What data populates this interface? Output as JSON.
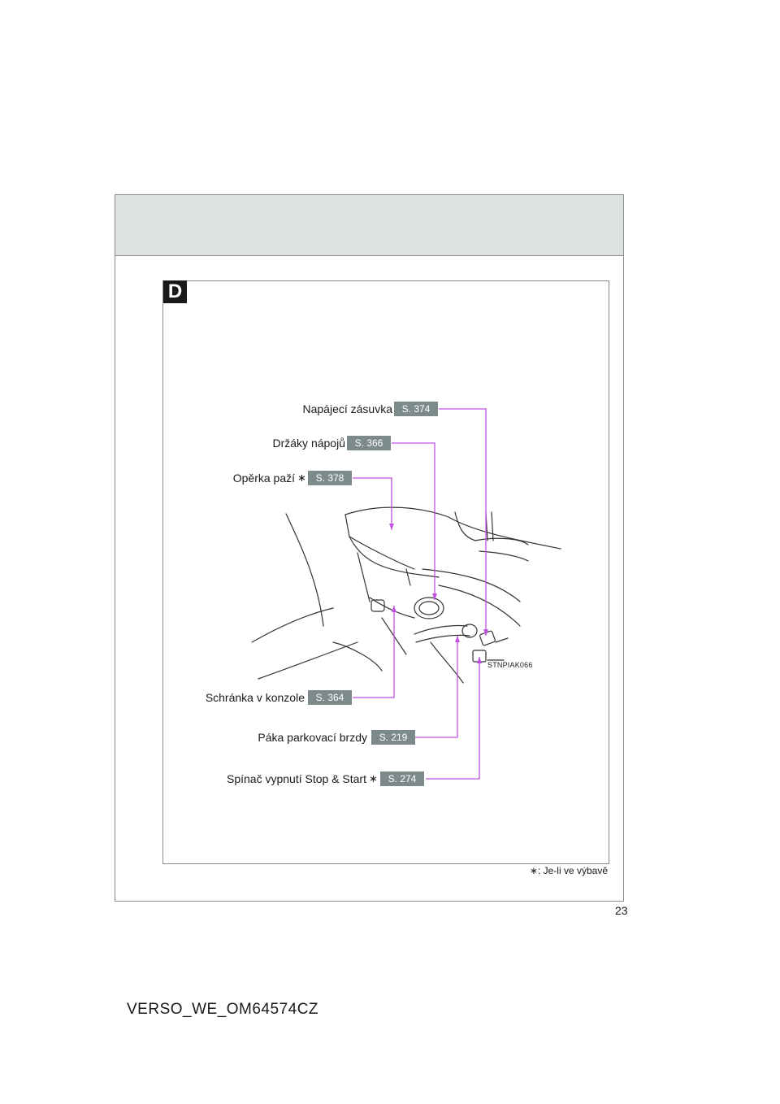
{
  "section_letter": "D",
  "callouts": [
    {
      "label": "Napájecí zásuvka",
      "ref": "S. 374",
      "starred": false
    },
    {
      "label": "Držáky nápojů",
      "ref": "S. 366",
      "starred": false
    },
    {
      "label": "Opěrka paží",
      "ref": "S. 378",
      "starred": true
    },
    {
      "label": "Schránka v konzole",
      "ref": "S. 364",
      "starred": false
    },
    {
      "label": "Páka parkovací brzdy",
      "ref": "S. 219",
      "starred": false
    },
    {
      "label": "Spínač vypnutí Stop & Start",
      "ref": "S. 274",
      "starred": true
    }
  ],
  "star_symbol": "∗",
  "figure_code": "STNPIAK066",
  "footnote": "∗: Je-li ve výbavě",
  "page_number": "23",
  "document_code": "VERSO_WE_OM64574CZ",
  "colors": {
    "header_band": "#dde1e0",
    "page_ref_bg": "#7d8a8b",
    "leader_line": "#c050e0"
  }
}
